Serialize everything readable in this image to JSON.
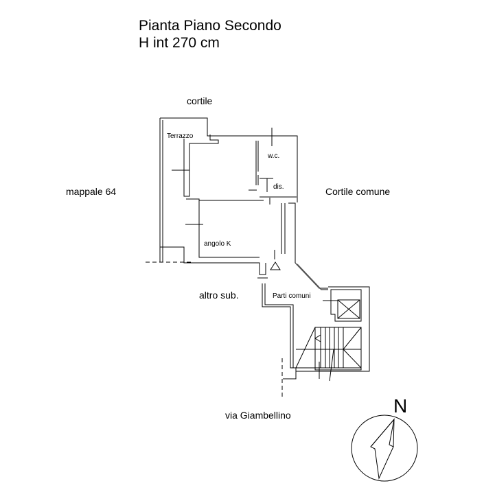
{
  "title": {
    "line1": "Pianta Piano Secondo",
    "line2": "H int 270 cm"
  },
  "labels": {
    "north": "cortile",
    "west": "mappale 64",
    "east": "Cortile comune",
    "south_west": "altro sub.",
    "south": "via Giambellino"
  },
  "rooms": {
    "terrace": "Terrazzo",
    "wc": "w.c.",
    "dis": "dis.",
    "kitchen": "angolo K",
    "common": "Parti comuni"
  },
  "compass": {
    "letter": "N"
  }
}
